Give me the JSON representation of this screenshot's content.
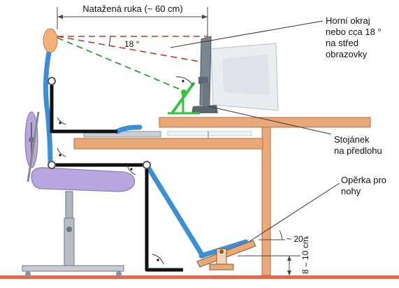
{
  "labels": {
    "reach": "Natažená ruka (~ 60 cm)",
    "angle_top": "18 °",
    "screen_note": [
      "Horní okraj",
      "nebo cca 18 °",
      "na střed",
      "obrazovky"
    ],
    "doc_holder": [
      "Stojánek",
      "na předlohu"
    ],
    "footrest": [
      "Opěrka pro",
      "nohy"
    ],
    "foot_angle": "~ 20 °",
    "foot_height": "8 – 10 cm"
  },
  "colors": {
    "desk": "#e9a877",
    "desk_edge": "#b86e3c",
    "floor": "#e06a4b",
    "skeleton_blue": "#3d8fd4",
    "skeleton_black": "#111111",
    "sight_red": "#c0392b",
    "sight_green": "#2e9e3c",
    "holder_green": "#36c23a",
    "monitor": "#7a8690",
    "seat": "#b8a6e0",
    "head": "#f4b07a"
  }
}
